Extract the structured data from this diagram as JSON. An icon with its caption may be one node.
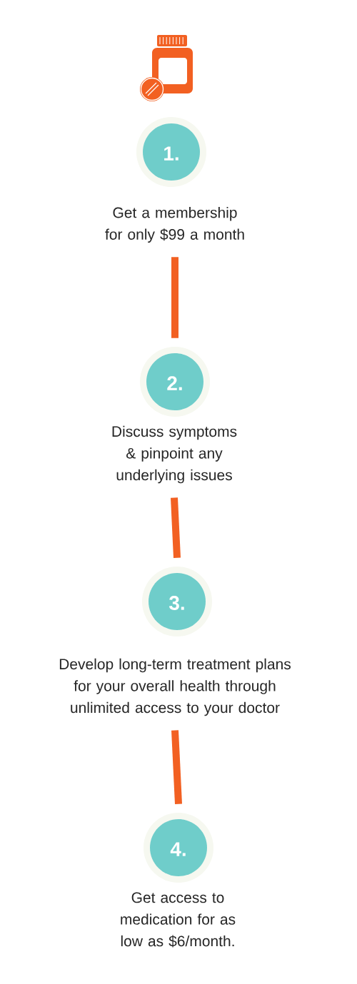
{
  "diagram": {
    "nodes": [
      {
        "text": [
          "1."
        ],
        "beside": [
          "Get a membership for only $99 a month"
        ]
      },
      {
        "text": [
          "2."
        ],
        "beside": [
          "Discuss symptoms & pinpoint any underlying issues"
        ]
      },
      {
        "text": [
          "3."
        ],
        "beside": [
          "Develop long-term treatment plans for your overall health through unlimited access to your doctor"
        ]
      },
      {
        "text": [
          "4."
        ],
        "beside": [
          "Get access to medication for as low as $6/month."
        ]
      }
    ],
    "edges": [
      {
        "from": 0,
        "to": 1,
        "arrow": "none"
      },
      {
        "from": 1,
        "to": 2,
        "arrow": "none"
      },
      {
        "from": 2,
        "to": 3,
        "arrow": "none"
      }
    ]
  }
}
